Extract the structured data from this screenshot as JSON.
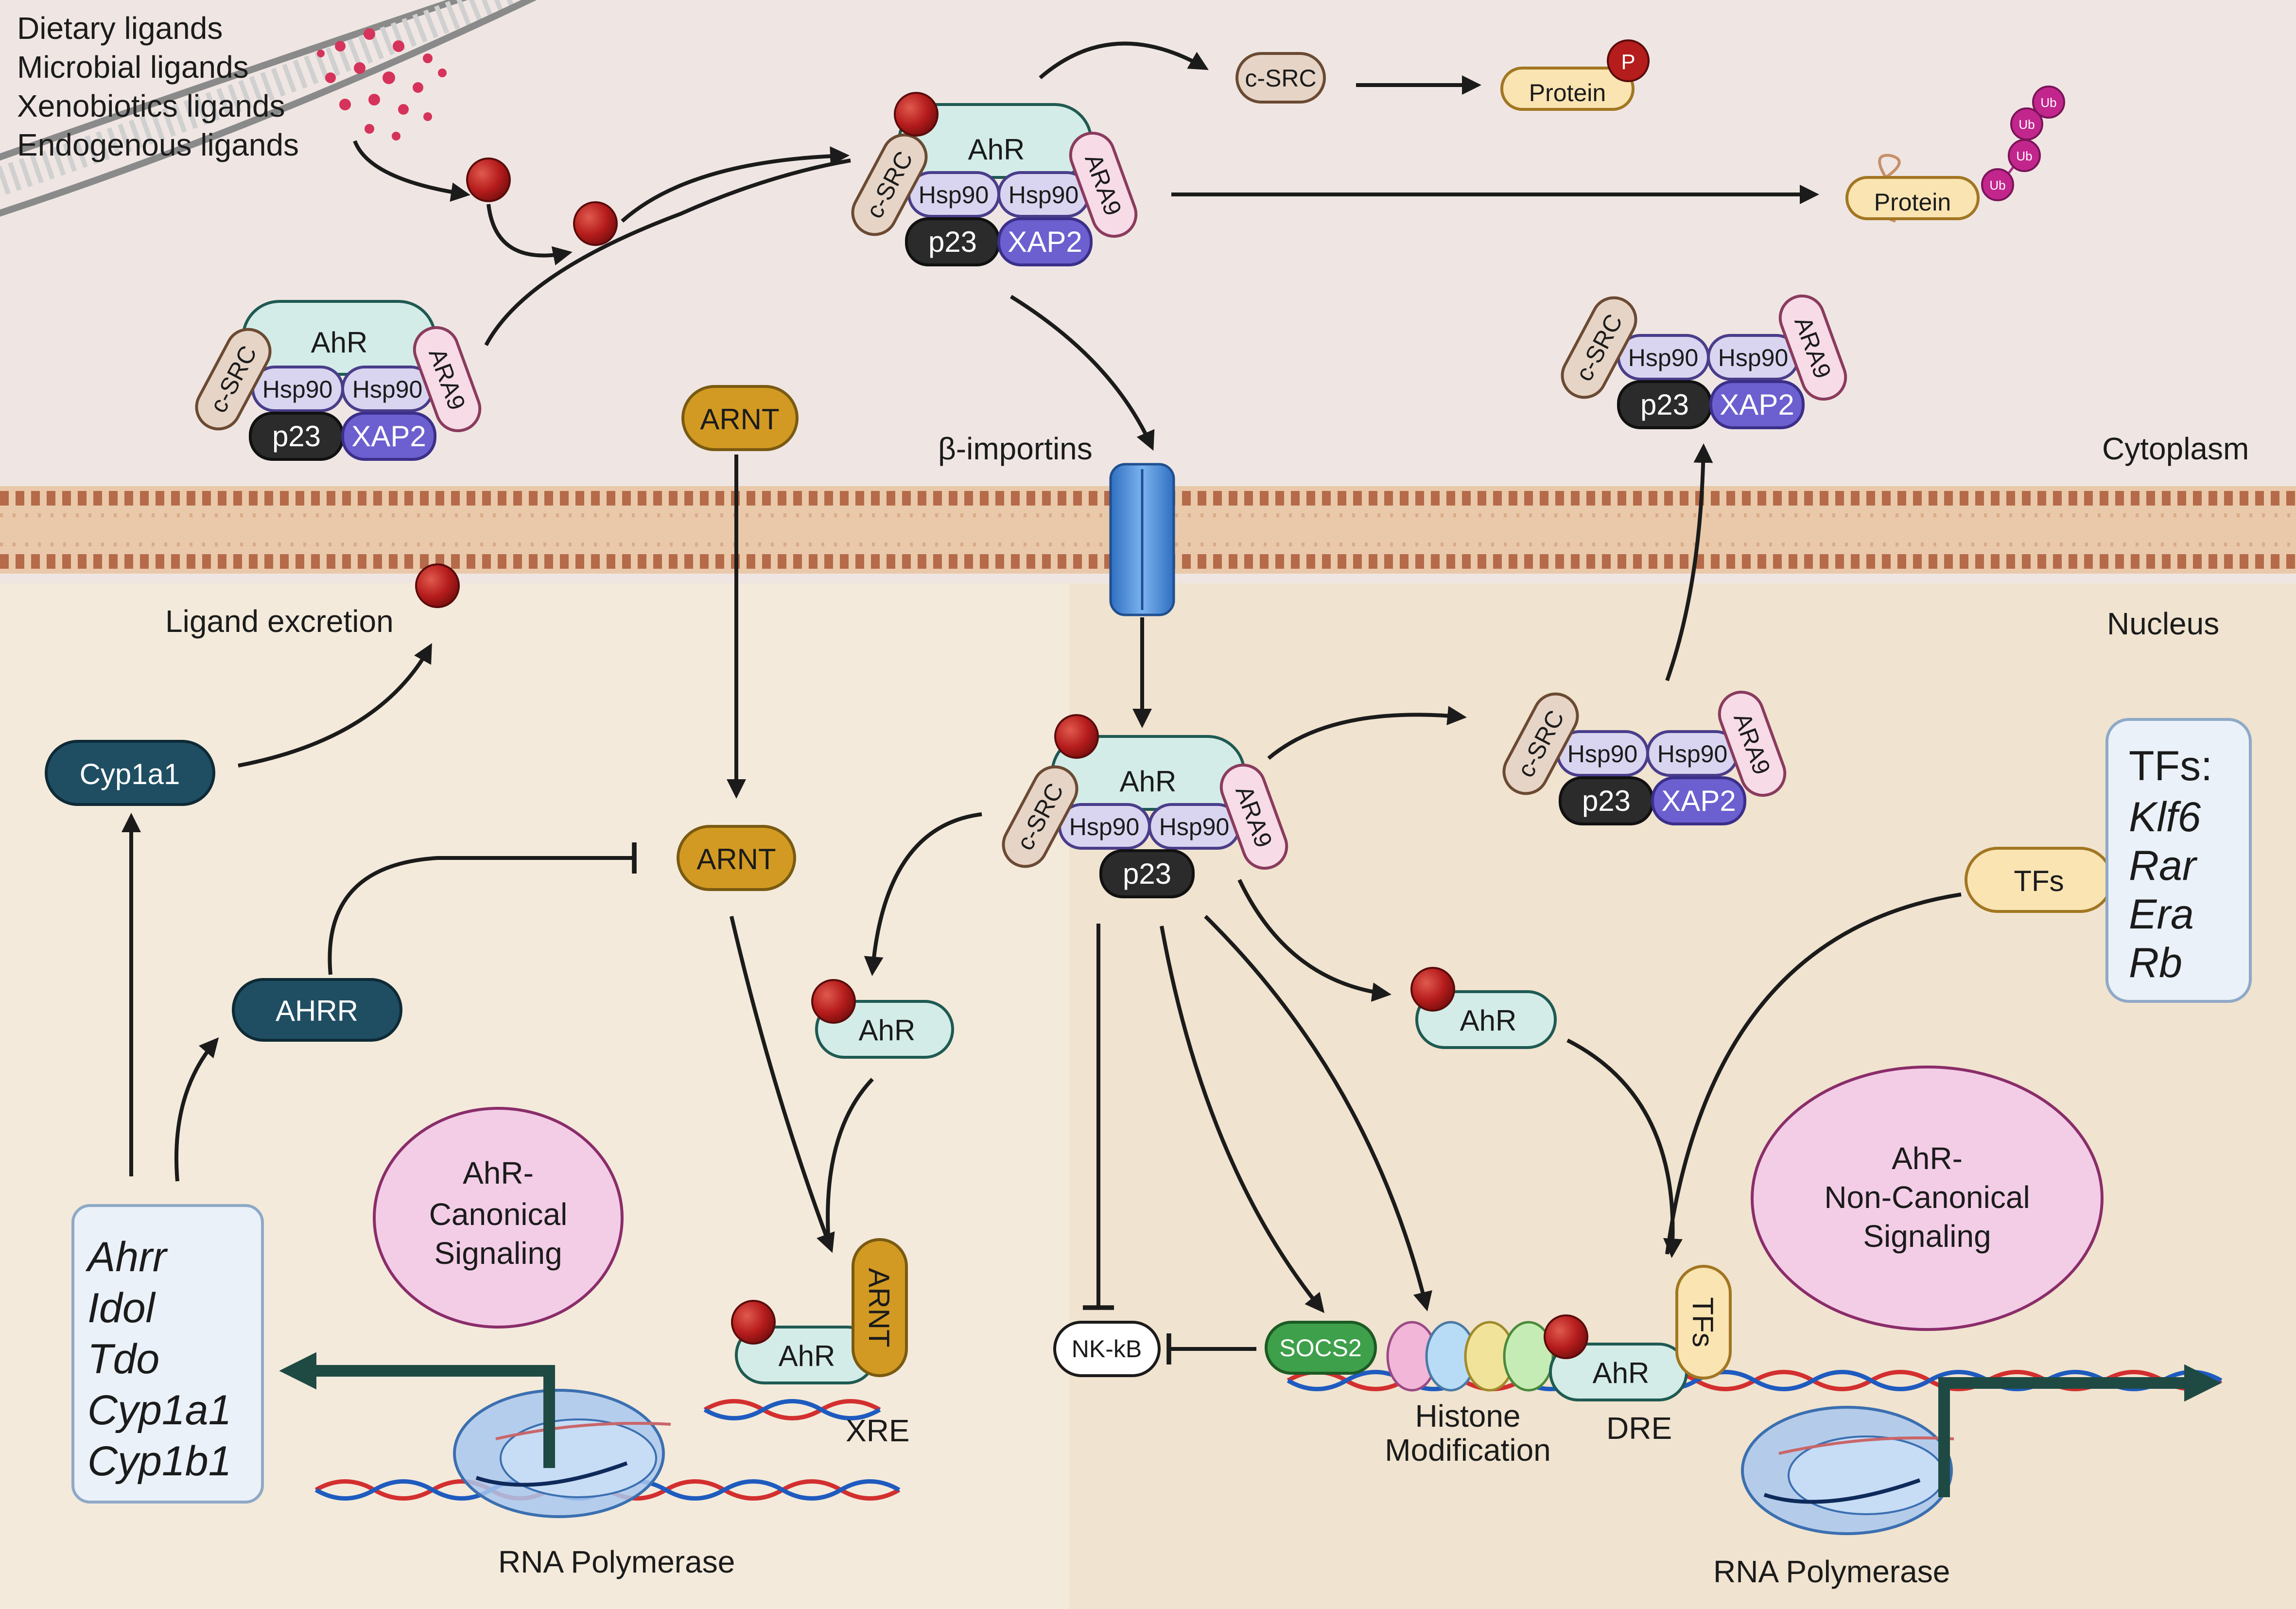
{
  "ligands": [
    "Dietary ligands",
    "Microbial ligands",
    "Xenobiotics ligands",
    "Endogenous ligands"
  ],
  "compartments": {
    "cytoplasm": "Cytoplasm",
    "nucleus": "Nucleus"
  },
  "complex": {
    "ahr": "AhR",
    "csrc": "c-SRC",
    "hsp90": "Hsp90",
    "ara9": "ARA9",
    "p23": "p23",
    "xap2": "XAP2"
  },
  "proteins": {
    "csrc": "c-SRC",
    "protein": "Protein",
    "p": "P",
    "ub": "Ub"
  },
  "labels": {
    "arnt": "ARNT",
    "importins": "β-importins",
    "ligand_excretion": "Ligand excretion",
    "cyp1a1": "Cyp1a1",
    "ahrr": "AHRR",
    "xre": "XRE",
    "dre": "DRE",
    "rna_polymerase": "RNA Polymerase",
    "nfkb": "NK-kB",
    "socs2": "SOCS2",
    "histone": [
      "Histone",
      "Modification"
    ],
    "tfs": "TFs"
  },
  "canonical": [
    "AhR-",
    "Canonical",
    "Signaling"
  ],
  "noncanonical": [
    "AhR-",
    "Non-Canonical",
    "Signaling"
  ],
  "target_genes": [
    "Ahrr",
    "Idol",
    "Tdo",
    "Cyp1a1",
    "Cyp1b1"
  ],
  "tfs_box": {
    "title": "TFs:",
    "items": [
      "Klf6",
      "Rar",
      "Era",
      "Rb"
    ]
  },
  "colors": {
    "cytoplasm": "#efe6e3",
    "nucleus_left": "#f3eadb",
    "nucleus_right": "#f0e3cf",
    "ahr": "#d3ece8",
    "hsp90": "#d9d5f0",
    "xap2": "#6c5fcf",
    "p23": "#2b2b2b",
    "csrc": "#e6d5c7",
    "ara9": "#f7dbe7",
    "arnt": "#d29a22",
    "cyp1a1": "#1f4e63",
    "socs2": "#3ea04a",
    "tfs": "#f9e4b2",
    "ligand": "#b51c1c",
    "signaling": "#f3cde6",
    "importin": "#3f86d6"
  }
}
